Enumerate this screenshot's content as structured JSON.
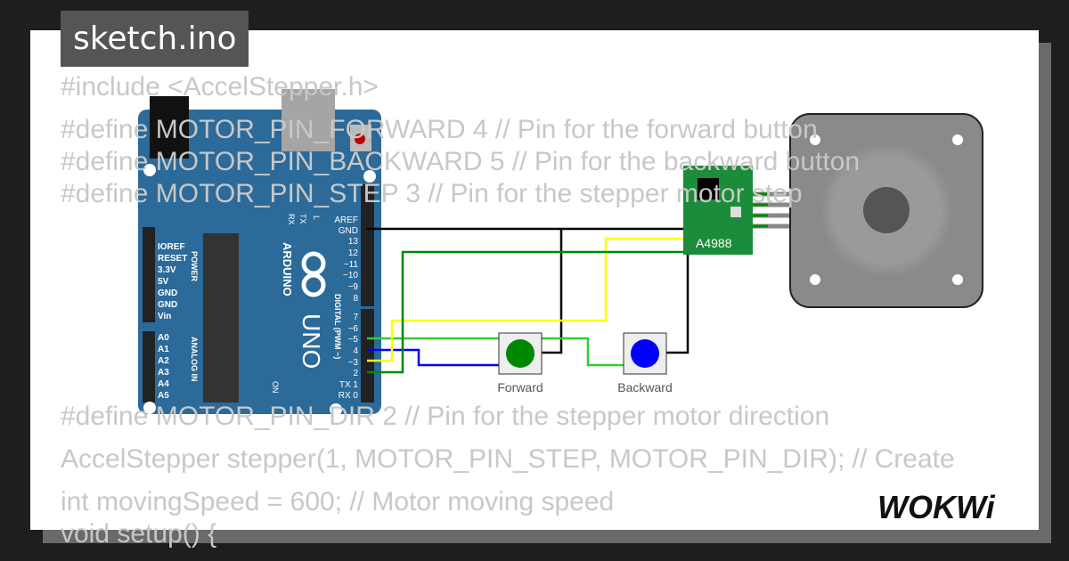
{
  "title": "sketch.ino",
  "code_lines": [
    "#include <AccelStepper.h>",
    "",
    "#define MOTOR_PIN_FORWARD 4 // Pin for the forward button",
    "#define MOTOR_PIN_BACKWARD 5 // Pin for the backward button",
    "#define MOTOR_PIN_STEP 3 // Pin for the stepper motor step",
    "#define MOTOR_PIN_DIR 2 // Pin for the stepper motor direction",
    "",
    "AccelStepper stepper(1, MOTOR_PIN_STEP, MOTOR_PIN_DIR); // Create",
    "",
    "int movingSpeed = 600; // Motor moving speed",
    "void setup() {"
  ],
  "diagram": {
    "arduino": {
      "brand": "ARDUINO",
      "model": "UNO",
      "on_label": "ON",
      "tx": "TX",
      "rx": "RX",
      "l": "L",
      "power_label": "POWER",
      "analog_label": "ANALOG IN",
      "digital_label": "DIGITAL (PWM ~)",
      "power_pins": [
        "IOREF",
        "RESET",
        "3.3V",
        "5V",
        "GND",
        "GND",
        "Vin"
      ],
      "analog_pins": [
        "A0",
        "A1",
        "A2",
        "A3",
        "A4",
        "A5"
      ],
      "digital_top": [
        "AREF",
        "GND",
        "13",
        "12",
        "~11",
        "~10",
        "~9",
        "8"
      ],
      "digital_bottom": [
        "7",
        "~6",
        "~5",
        "4",
        "~3",
        "2",
        "TX 1",
        "RX 0"
      ]
    },
    "driver": {
      "label": "A4988"
    },
    "buttons": [
      {
        "label": "Forward",
        "color": "#008000"
      },
      {
        "label": "Backward",
        "color": "#0000ff"
      }
    ],
    "logo": "WOKWi"
  }
}
